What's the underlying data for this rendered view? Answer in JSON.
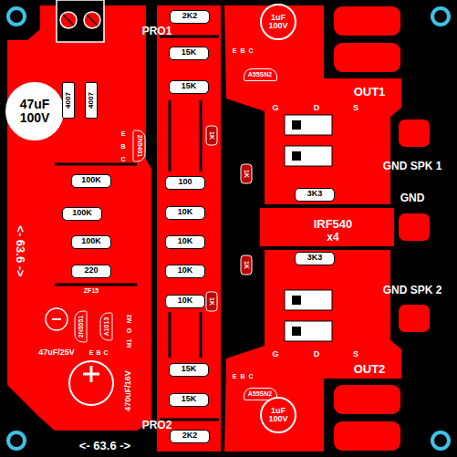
{
  "diagram": {
    "nodes": [
      {
        "text": [
          "2K2"
        ]
      },
      {
        "text": [
          "1uF",
          "100V"
        ]
      },
      {
        "text": [
          "15K"
        ]
      },
      {
        "text": [
          "A55SN2"
        ]
      },
      {
        "text": [
          "15K"
        ]
      },
      {
        "text": [
          "47uF",
          "100V"
        ]
      },
      {
        "text": [
          "4007"
        ]
      },
      {
        "text": [
          "4007"
        ]
      },
      {
        "text": [
          "1K"
        ]
      },
      {
        "text": [
          "2N5401"
        ]
      },
      {
        "text": [
          "1K"
        ]
      },
      {
        "text": [
          "100K"
        ]
      },
      {
        "text": [
          "100"
        ]
      },
      {
        "text": [
          "3K3"
        ]
      },
      {
        "text": [
          "100K"
        ]
      },
      {
        "text": [
          "10K"
        ]
      },
      {
        "text": [
          "100K"
        ]
      },
      {
        "text": [
          "10K"
        ]
      },
      {
        "text": [
          "3K3"
        ]
      },
      {
        "text": [
          "1K"
        ]
      },
      {
        "text": [
          "220"
        ]
      },
      {
        "text": [
          "10K"
        ]
      },
      {
        "text": [
          "1K"
        ]
      },
      {
        "text": [
          "10K"
        ]
      },
      {
        "text": [
          "2N5551"
        ]
      },
      {
        "text": [
          "A1013"
        ]
      },
      {
        "text": [
          "15K"
        ]
      },
      {
        "text": [
          "A55SN2"
        ]
      },
      {
        "text": [
          "15K"
        ]
      },
      {
        "text": [
          "1uF",
          "100V"
        ]
      },
      {
        "text": [
          "2K2"
        ]
      }
    ],
    "labels": [
      "PRO1",
      "E",
      "B",
      "C",
      "E",
      "B",
      "C",
      "ZF15",
      "47uF/25V",
      "E",
      "B",
      "C",
      "M1",
      "O",
      "M2",
      "<- 63.6 ->",
      "470uF/16V",
      "<- 63.6 ->",
      "PRO2",
      "E",
      "B",
      "C",
      "OUT1",
      "G",
      "D",
      "S",
      "GND SPK 1",
      "GND",
      "IRF540",
      "x4",
      "GND SPK 2",
      "G",
      "D",
      "S",
      "OUT2"
    ]
  }
}
